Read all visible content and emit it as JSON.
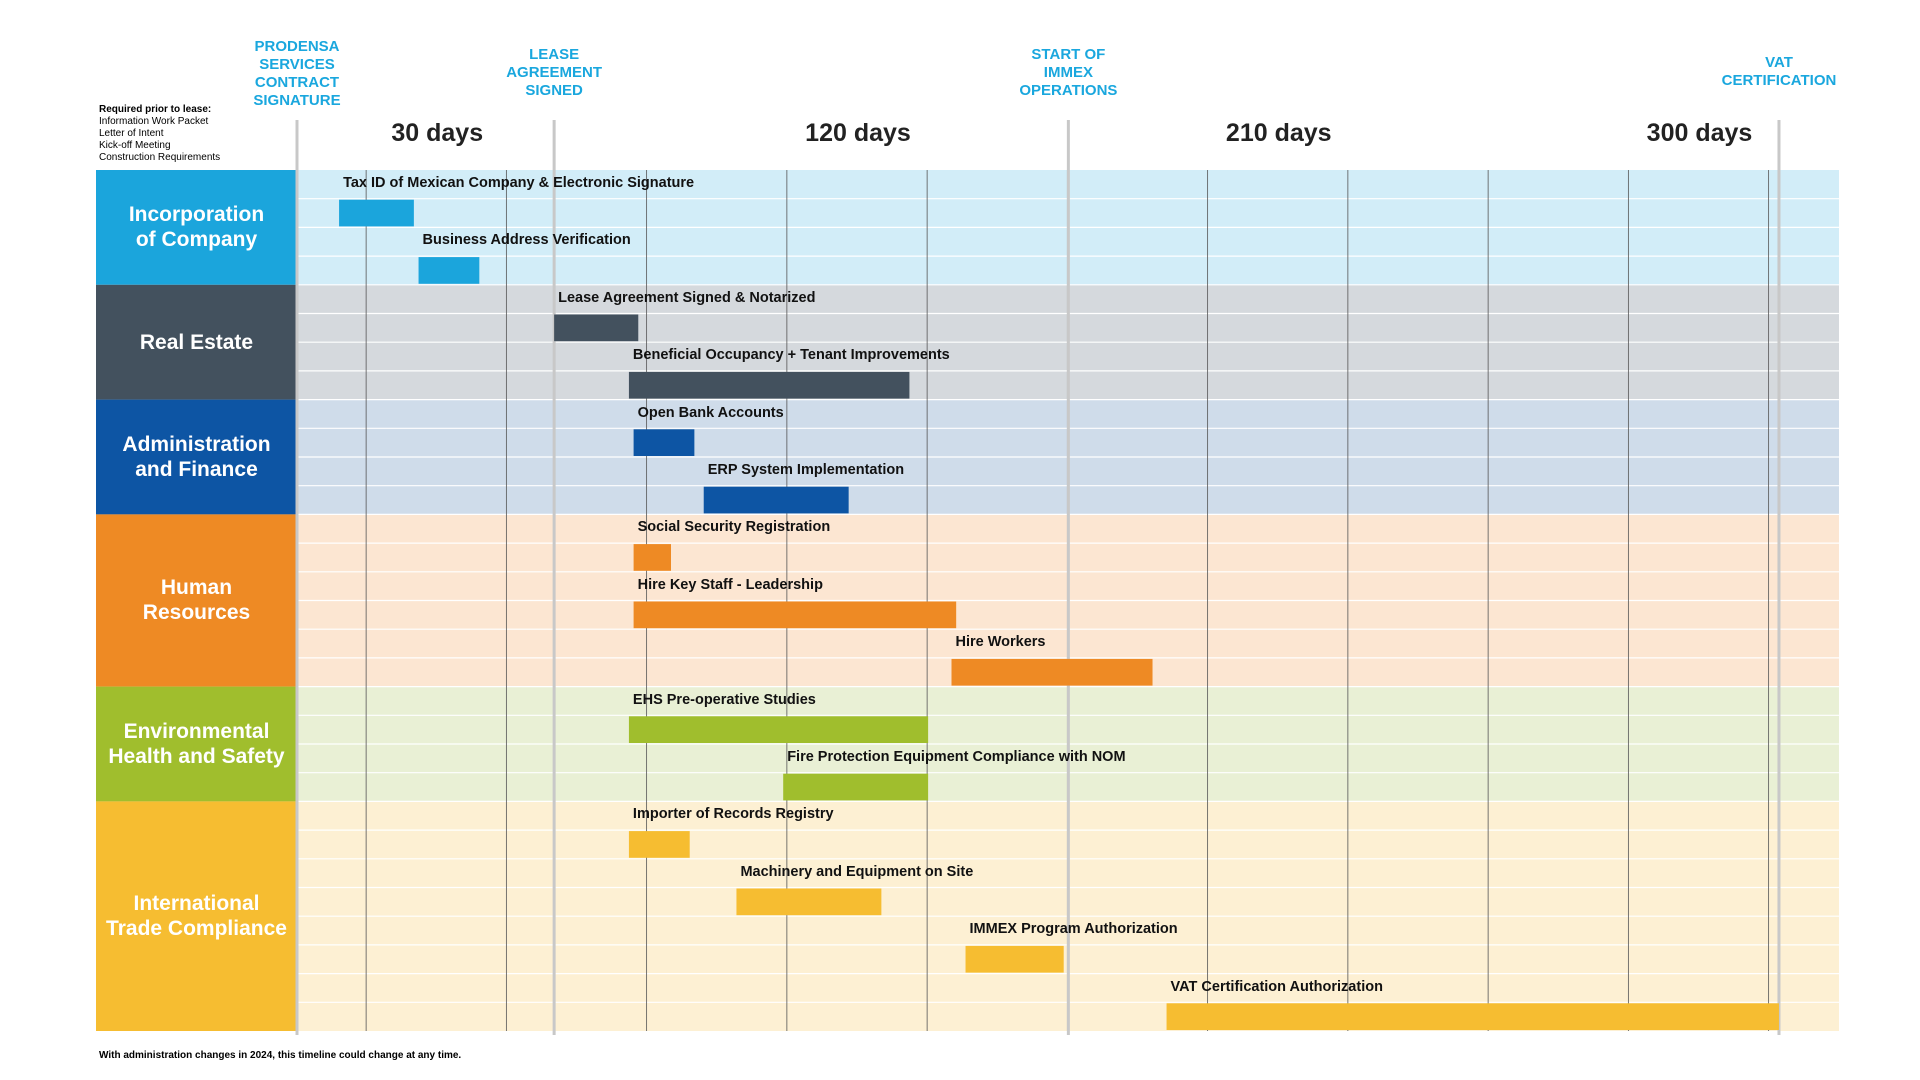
{
  "note": {
    "title": "Required prior to lease:",
    "items": [
      "Information Work Packet",
      "Letter of Intent",
      "Kick-off Meeting",
      "Construction Requirements"
    ]
  },
  "footnote": "With administration changes in 2024, this timeline could change at any time.",
  "chart_data": {
    "type": "gantt",
    "x_unit": "days",
    "xlim": [
      0,
      330
    ],
    "day_labels": [
      {
        "label": "30 days",
        "day": 30
      },
      {
        "label": "120 days",
        "day": 120
      },
      {
        "label": "210 days",
        "day": 210
      },
      {
        "label": "300 days",
        "day": 300
      }
    ],
    "milestones": [
      {
        "label": "PRODENSA\nSERVICES\nCONTRACT\nSIGNATURE",
        "day": 0
      },
      {
        "label": "LEASE\nAGREEMENT\nSIGNED",
        "day": 55
      },
      {
        "label": "START OF\nIMMEX\nOPERATIONS",
        "day": 165
      },
      {
        "label": "VAT\nCERTIFICATION",
        "day": 317
      }
    ],
    "categories": [
      {
        "name": "Incorporation\nof Company",
        "color": "#1BA5DC",
        "band_color": "#D2EDF8",
        "tasks": [
          {
            "label": "Tax ID of Mexican Company & Electronic Signature",
            "start": 9,
            "end": 25
          },
          {
            "label": "Business Address Verification",
            "start": 26,
            "end": 39
          }
        ]
      },
      {
        "name": "Real Estate",
        "color": "#43515E",
        "band_color": "#D5D9DD",
        "tasks": [
          {
            "label": "Lease Agreement Signed & Notarized",
            "start": 55,
            "end": 73
          },
          {
            "label": "Beneficial Occupancy + Tenant Improvements",
            "start": 71,
            "end": 131
          }
        ]
      },
      {
        "name": "Administration\nand Finance",
        "color": "#0D55A4",
        "band_color": "#CFDCEA",
        "tasks": [
          {
            "label": "Open Bank Accounts",
            "start": 72,
            "end": 85
          },
          {
            "label": "ERP System Implementation",
            "start": 87,
            "end": 118
          }
        ]
      },
      {
        "name": "Human\nResources",
        "color": "#EE8A24",
        "band_color": "#FCE6D2",
        "tasks": [
          {
            "label": "Social Security Registration",
            "start": 72,
            "end": 80
          },
          {
            "label": "Hire Key Staff - Leadership",
            "start": 72,
            "end": 141
          },
          {
            "label": "Hire Workers",
            "start": 140,
            "end": 183
          }
        ]
      },
      {
        "name": "Environmental\nHealth and Safety",
        "color": "#A0BE2D",
        "band_color": "#E9F0D5",
        "tasks": [
          {
            "label": "EHS Pre-operative Studies",
            "start": 71,
            "end": 135
          },
          {
            "label": "Fire Protection Equipment Compliance with NOM",
            "start": 104,
            "end": 135
          }
        ]
      },
      {
        "name": "International\nTrade Compliance",
        "color": "#F6BD31",
        "band_color": "#FDF0D3",
        "tasks": [
          {
            "label": "Importer of Records Registry",
            "start": 71,
            "end": 84
          },
          {
            "label": "Machinery and Equipment on Site",
            "start": 94,
            "end": 125
          },
          {
            "label": "IMMEX Program Authorization",
            "start": 143,
            "end": 164
          },
          {
            "label": "VAT Certification Authorization",
            "start": 186,
            "end": 317
          }
        ]
      }
    ]
  }
}
